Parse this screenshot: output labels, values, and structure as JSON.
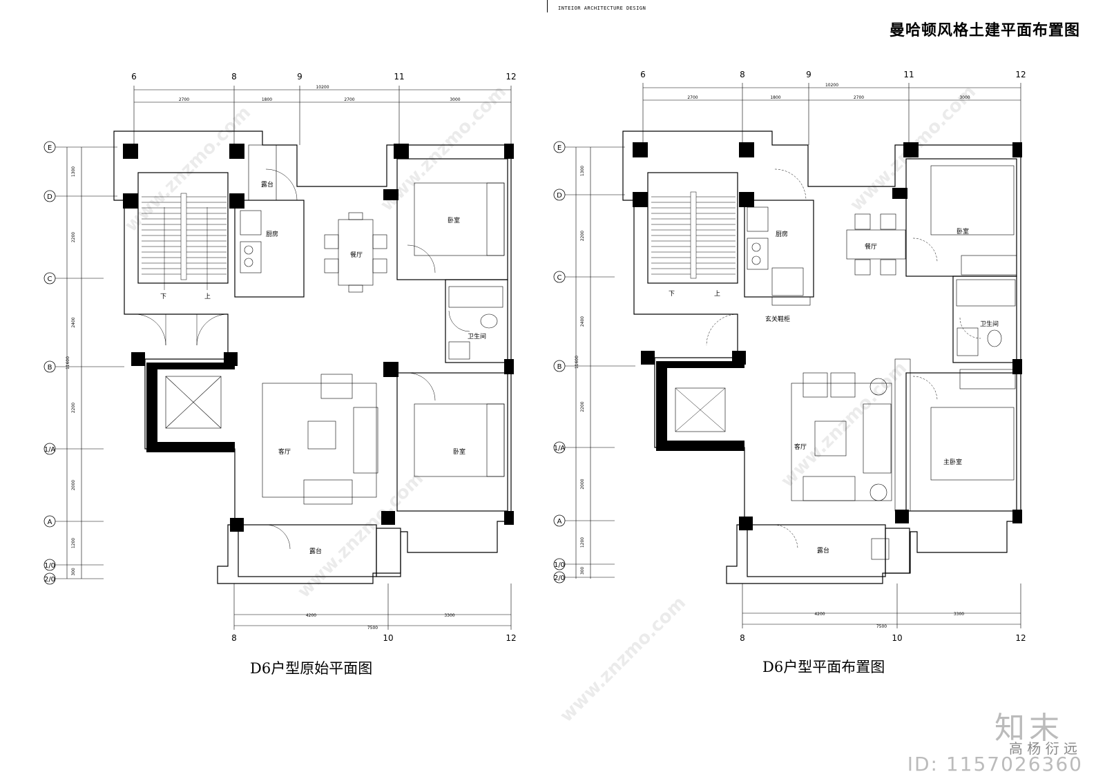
{
  "header": {
    "small_text": "INTEIOR ARCHITECTURE DESIGN",
    "title": "曼哈顿风格土建平面布置图"
  },
  "plans": [
    {
      "caption": "D6户型原始平面图",
      "top_axes": [
        "6",
        "8",
        "9",
        "11",
        "12"
      ],
      "top_total": "10200",
      "top_dims": [
        "2700",
        "1800",
        "2700",
        "3000"
      ],
      "left_axes": [
        "E",
        "D",
        "C",
        "B",
        "1/A",
        "A",
        "1/0",
        "2/0"
      ],
      "left_total": "11600",
      "left_dims": [
        "1300",
        "2200",
        "2400",
        "2200",
        "2000",
        "1200",
        "300"
      ],
      "bottom_axes": [
        "8",
        "10",
        "12"
      ],
      "bottom_total": "7500",
      "bottom_dims": [
        "4200",
        "3300"
      ],
      "rooms": {
        "terrace_top": "露台",
        "kitchen": "厨房",
        "dining": "餐厅",
        "bedroom1": "卧室",
        "bathroom": "卫生间",
        "bedroom2": "卧室",
        "living": "客厅",
        "terrace_bottom": "露台",
        "down": "下",
        "up": "上"
      }
    },
    {
      "caption": "D6户型平面布置图",
      "top_axes": [
        "6",
        "8",
        "9",
        "11",
        "12"
      ],
      "top_total": "10200",
      "top_dims": [
        "2700",
        "1800",
        "2700",
        "3000"
      ],
      "left_axes": [
        "E",
        "D",
        "C",
        "B",
        "1/A",
        "A",
        "1/0",
        "2/0"
      ],
      "left_total": "11600",
      "left_dims": [
        "1300",
        "2200",
        "2400",
        "2200",
        "2000",
        "1200",
        "300"
      ],
      "bottom_axes": [
        "8",
        "10",
        "12"
      ],
      "bottom_total": "7500",
      "bottom_dims": [
        "4200",
        "3300"
      ],
      "rooms": {
        "kitchen": "厨房",
        "dining": "餐厅",
        "bedroom": "卧室",
        "bathroom": "卫生间",
        "shoe_cabinet": "玄关鞋柜",
        "living": "客厅",
        "master_bedroom": "主卧室",
        "terrace_bottom": "露台",
        "down": "下",
        "up": "上"
      }
    }
  ],
  "watermark": {
    "site": "www.znzmo.com",
    "brand": "知末",
    "brand_sub": "高 杨 衍 远",
    "id": "ID: 1157026360"
  }
}
